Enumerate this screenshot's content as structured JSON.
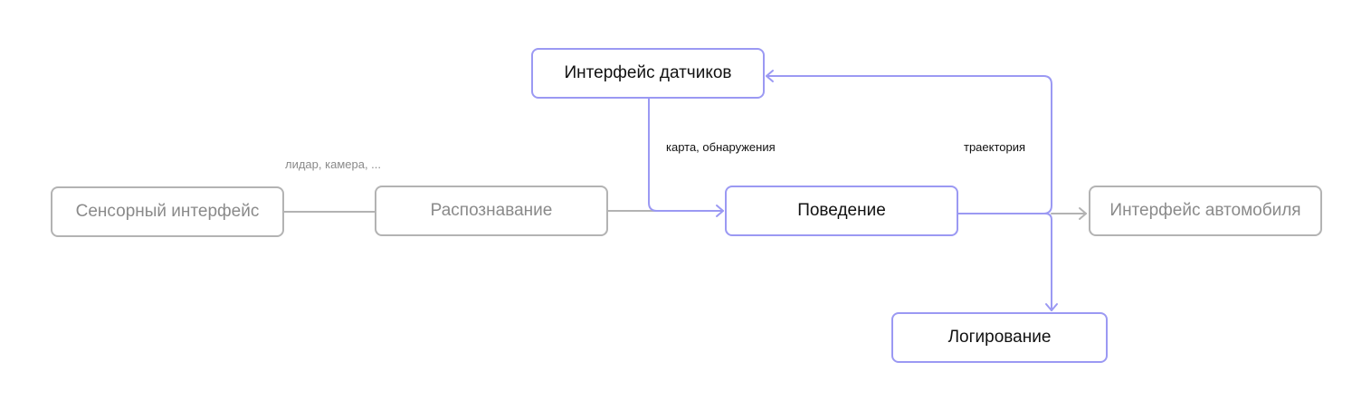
{
  "colors": {
    "active_stroke": "#9b99f3",
    "inactive_stroke": "#b3b3b3",
    "active_text": "#111111",
    "inactive_text": "#8a8a8a"
  },
  "nodes": {
    "sensor_interface": {
      "label": "Сенсорный интерфейс",
      "state": "inactive"
    },
    "perception": {
      "label": "Распознавание",
      "state": "inactive"
    },
    "sensor_data_interface": {
      "label": "Интерфейс датчиков",
      "state": "active"
    },
    "behavior": {
      "label": "Поведение",
      "state": "active"
    },
    "vehicle_interface": {
      "label": "Интерфейс автомобиля",
      "state": "inactive"
    },
    "logging": {
      "label": "Логирование",
      "state": "active"
    }
  },
  "edges": [
    {
      "from": "sensor_interface",
      "to": "perception",
      "label": "лидар, камера, ...",
      "state": "inactive"
    },
    {
      "from": "perception",
      "to": "behavior",
      "label": "",
      "state": "inactive"
    },
    {
      "from": "sensor_data_interface",
      "to": "behavior",
      "label": "карта, обнаружения",
      "state": "active"
    },
    {
      "from": "behavior",
      "to": "sensor_data_interface",
      "label": "траектория",
      "state": "active"
    },
    {
      "from": "behavior",
      "to": "vehicle_interface",
      "label": "",
      "state": "inactive"
    },
    {
      "from": "behavior",
      "to": "logging",
      "label": "",
      "state": "active"
    }
  ],
  "edge_labels": {
    "sensors": "лидар, камера, ...",
    "map_detections": "карта, обнаружения",
    "trajectory": "траектория"
  }
}
